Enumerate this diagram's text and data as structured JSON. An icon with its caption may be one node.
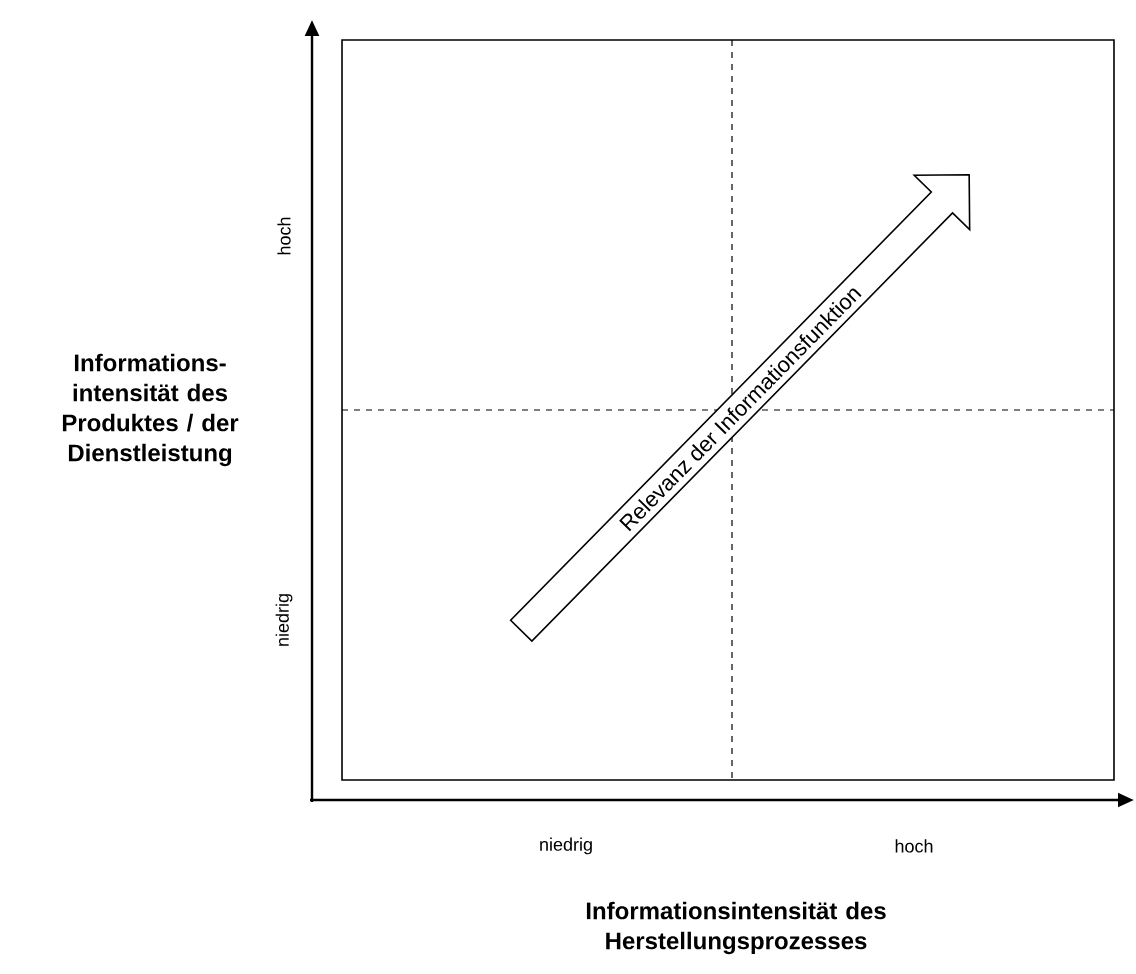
{
  "diagram": {
    "nodes": [
      {
        "text": [
          "Relevanz der Informationsfunktion"
        ]
      }
    ],
    "labels": [
      "hoch",
      "Informations- intensität des Produktes / der Dienstleistung",
      "niedrig",
      "niedrig",
      "hoch",
      "Informationsintensität des Herstellungsprozesses"
    ]
  }
}
